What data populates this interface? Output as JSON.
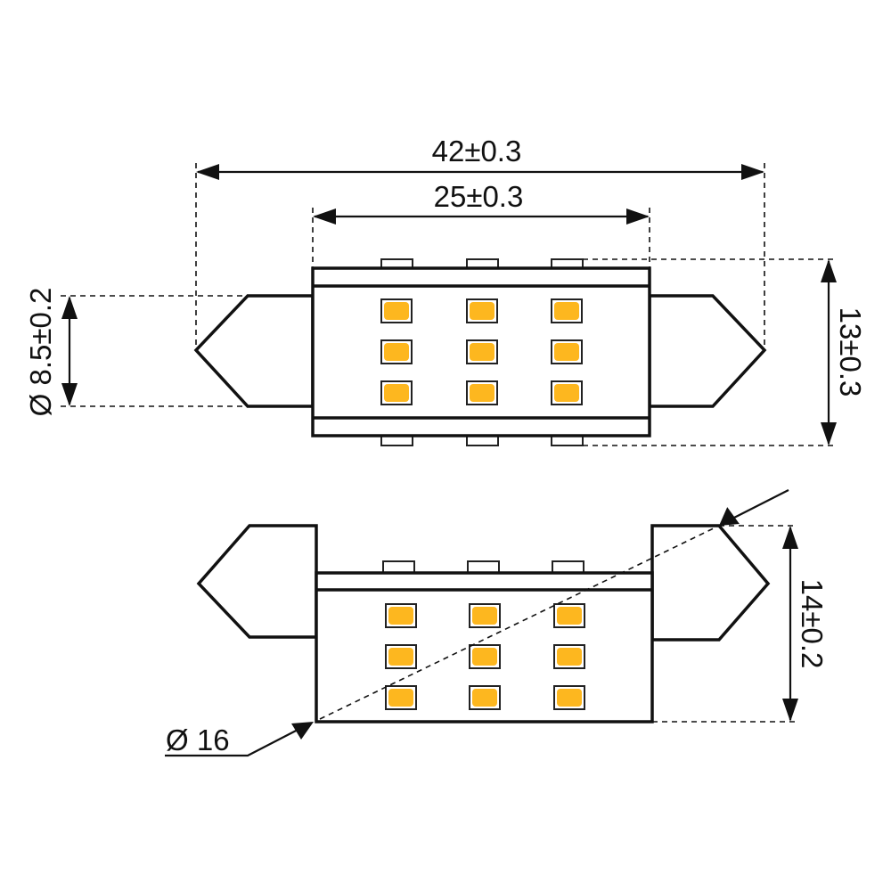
{
  "colors": {
    "led": "#FDB71F",
    "line": "#111111"
  },
  "top_view": {
    "length_label": "42±0.3",
    "body_length_label": "25±0.3",
    "height_label": "13±0.3",
    "cap_diameter_label": "Ø 8.5±0.2",
    "led_rows": 3,
    "led_cols": 3
  },
  "side_view": {
    "height_label": "14±0.2",
    "diameter_label": "Ø 16",
    "led_rows": 3,
    "led_cols": 3
  }
}
